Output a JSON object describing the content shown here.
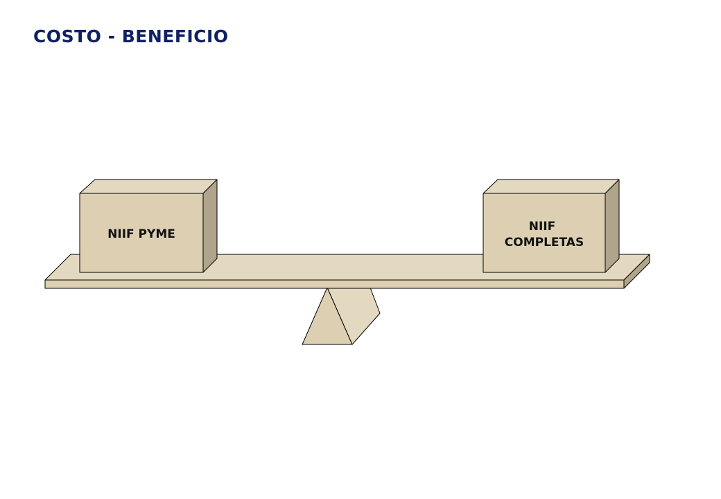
{
  "slide": {
    "title": "COSTO - BENEFICIO"
  },
  "diagram": {
    "left_box": {
      "lines": [
        "NIIF PYME"
      ]
    },
    "right_box": {
      "lines": [
        "NIIF",
        "COMPLETAS"
      ]
    },
    "colors": {
      "title": "#0f2163",
      "face_light": "#e3d9c1",
      "face_front": "#ddd0b2",
      "face_dark": "#b0a58c",
      "outline": "#000000"
    }
  }
}
